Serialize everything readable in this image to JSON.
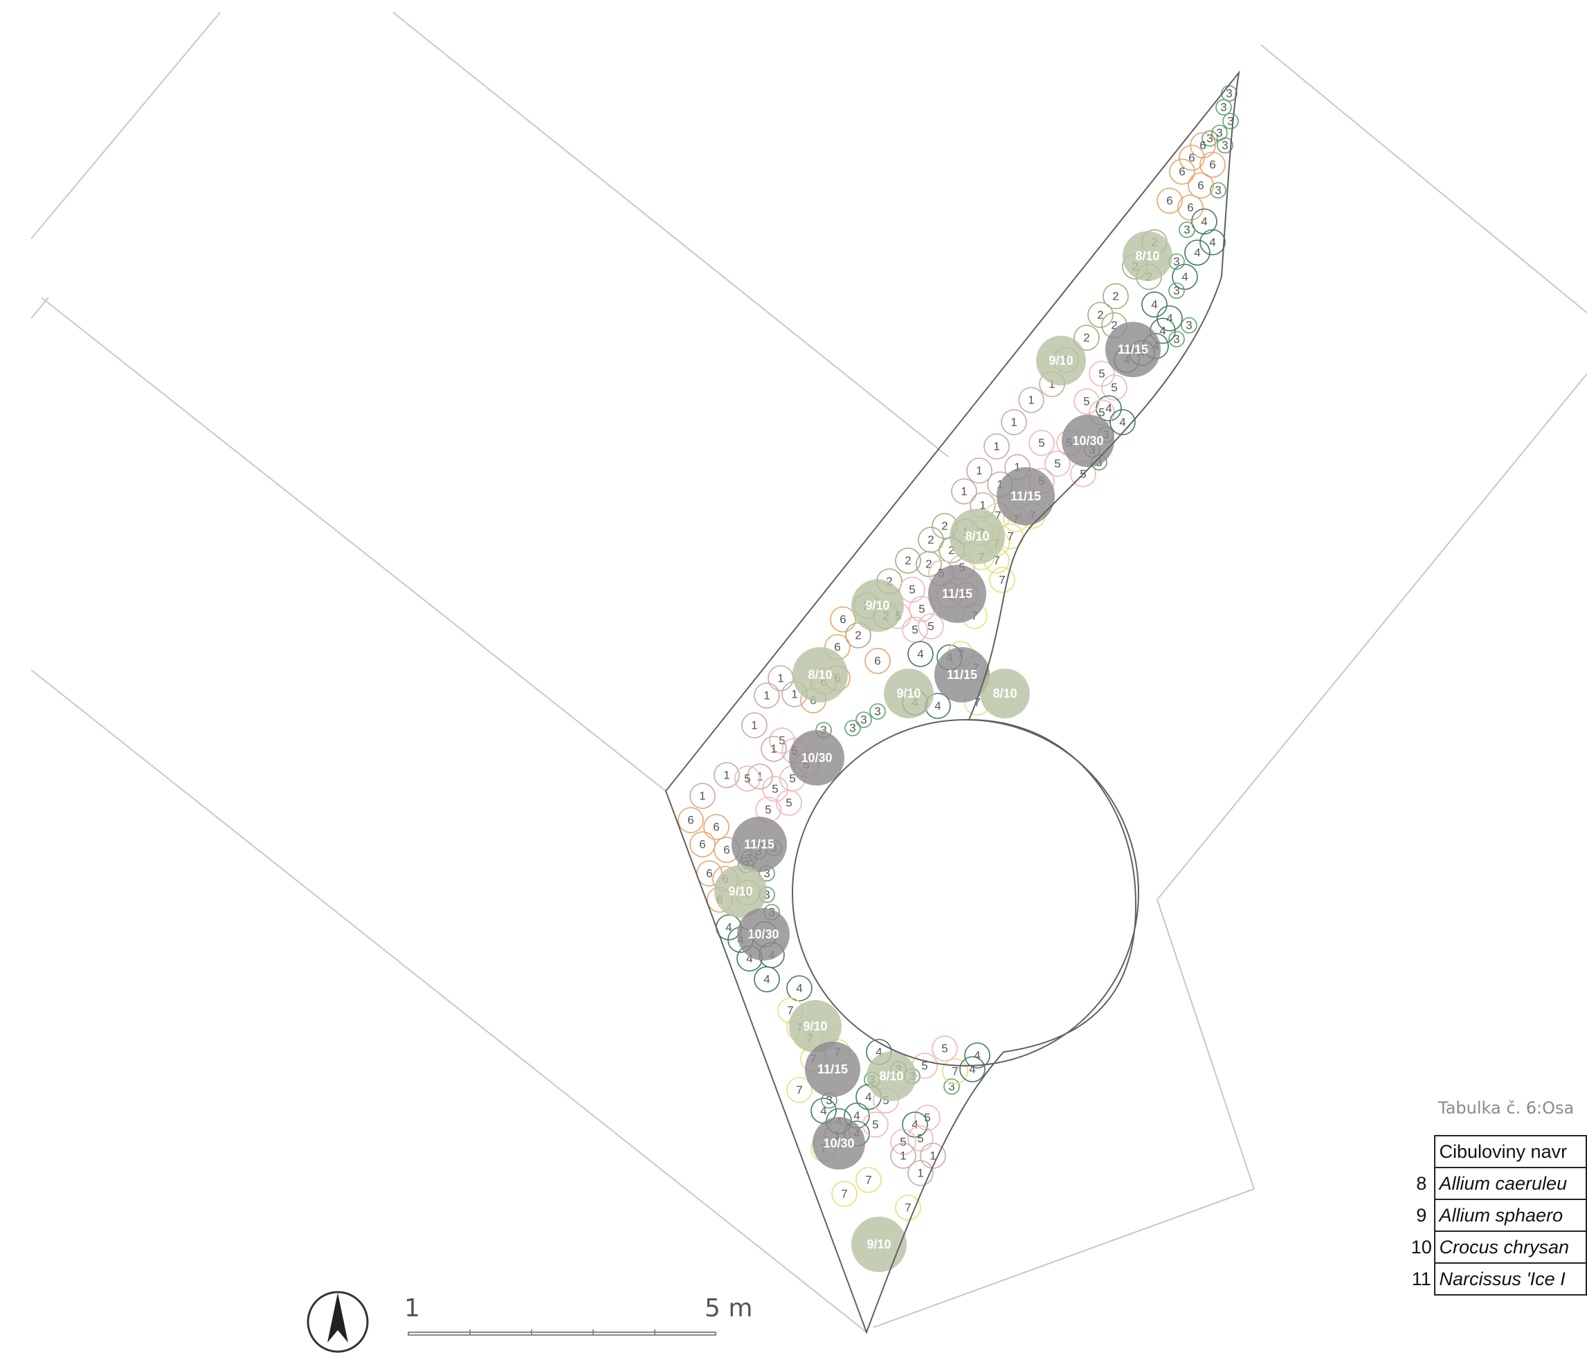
{
  "caption": "Tabulka č. 6:Osa",
  "table": {
    "header": "Cibuloviny navr",
    "rows": [
      {
        "num": "8",
        "name": "Allium caeruleu"
      },
      {
        "num": "9",
        "name": "Allium sphaero"
      },
      {
        "num": "10",
        "name": "Crocus chrysan"
      },
      {
        "num": "11",
        "name": "Narcissus  'Ice I"
      }
    ]
  },
  "scale": {
    "start": "1",
    "end": "5 m"
  },
  "north_arrow": "north-arrow-icon",
  "colors": {
    "1": "#c9a9a0",
    "2": "#9fae80",
    "3": "#5fa36a",
    "4": "#3f7a5e",
    "5": "#f0b6b6",
    "6": "#e8a46a",
    "7": "#e6e07a",
    "clump_green": "#b7c2a2",
    "clump_dark": "#8c8a8c"
  },
  "clumps": [
    {
      "label": "8/10",
      "type": "green"
    },
    {
      "label": "9/10",
      "type": "green"
    },
    {
      "label": "11/15",
      "type": "dark"
    },
    {
      "label": "10/30",
      "type": "dark"
    },
    {
      "label": "11/15",
      "type": "dark"
    },
    {
      "label": "8/10",
      "type": "green"
    },
    {
      "label": "11/15",
      "type": "dark"
    },
    {
      "label": "9/10",
      "type": "green"
    },
    {
      "label": "8/10",
      "type": "green"
    },
    {
      "label": "11/15",
      "type": "dark"
    },
    {
      "label": "9/10",
      "type": "green"
    },
    {
      "label": "8/10",
      "type": "green"
    },
    {
      "label": "10/30",
      "type": "dark"
    },
    {
      "label": "11/15",
      "type": "dark"
    },
    {
      "label": "9/10",
      "type": "green"
    },
    {
      "label": "10/30",
      "type": "dark"
    },
    {
      "label": "9/10",
      "type": "green"
    },
    {
      "label": "11/15",
      "type": "dark"
    },
    {
      "label": "8/10",
      "type": "green"
    },
    {
      "label": "10/30",
      "type": "dark"
    },
    {
      "label": "9/10",
      "type": "green"
    }
  ],
  "plants": [
    {
      "t": "3"
    },
    {
      "t": "3"
    },
    {
      "t": "3"
    },
    {
      "t": "3"
    },
    {
      "t": "3"
    },
    {
      "t": "6"
    },
    {
      "t": "3"
    },
    {
      "t": "6"
    },
    {
      "t": "6"
    },
    {
      "t": "6"
    },
    {
      "t": "6"
    },
    {
      "t": "3"
    },
    {
      "t": "6"
    },
    {
      "t": "6"
    },
    {
      "t": "4"
    },
    {
      "t": "3"
    },
    {
      "t": "4"
    },
    {
      "t": "2"
    },
    {
      "t": "4"
    },
    {
      "t": "3"
    },
    {
      "t": "2"
    },
    {
      "t": "2"
    },
    {
      "t": "4"
    },
    {
      "t": "3"
    },
    {
      "t": "2"
    },
    {
      "t": "4"
    },
    {
      "t": "4"
    },
    {
      "t": "3"
    },
    {
      "t": "2"
    },
    {
      "t": "2"
    },
    {
      "t": "4"
    },
    {
      "t": "4"
    },
    {
      "t": "3"
    },
    {
      "t": "2"
    },
    {
      "t": "4"
    },
    {
      "t": "4"
    },
    {
      "t": "1"
    },
    {
      "t": "5"
    },
    {
      "t": "5"
    },
    {
      "t": "4"
    },
    {
      "t": "1"
    },
    {
      "t": "1"
    },
    {
      "t": "5"
    },
    {
      "t": "5"
    },
    {
      "t": "4"
    },
    {
      "t": "1"
    },
    {
      "t": "5"
    },
    {
      "t": "5"
    },
    {
      "t": "3"
    },
    {
      "t": "1"
    },
    {
      "t": "1"
    },
    {
      "t": "5"
    },
    {
      "t": "3"
    },
    {
      "t": "1"
    },
    {
      "t": "1"
    },
    {
      "t": "5"
    },
    {
      "t": "5"
    },
    {
      "t": "3"
    },
    {
      "t": "1"
    },
    {
      "t": "1"
    },
    {
      "t": "7"
    },
    {
      "t": "7"
    },
    {
      "t": "7"
    },
    {
      "t": "2"
    },
    {
      "t": "1"
    },
    {
      "t": "7"
    },
    {
      "t": "7"
    },
    {
      "t": "7"
    },
    {
      "t": "2"
    },
    {
      "t": "2"
    },
    {
      "t": "7"
    },
    {
      "t": "7"
    },
    {
      "t": "2"
    },
    {
      "t": "2"
    },
    {
      "t": "5"
    },
    {
      "t": "5"
    },
    {
      "t": "7"
    },
    {
      "t": "2"
    },
    {
      "t": "5"
    },
    {
      "t": "5"
    },
    {
      "t": "5"
    },
    {
      "t": "5"
    },
    {
      "t": "2"
    },
    {
      "t": "2"
    },
    {
      "t": "6"
    },
    {
      "t": "5"
    },
    {
      "t": "5"
    },
    {
      "t": "5"
    },
    {
      "t": "7"
    },
    {
      "t": "2"
    },
    {
      "t": "6"
    },
    {
      "t": "6"
    },
    {
      "t": "4"
    },
    {
      "t": "4"
    },
    {
      "t": "7"
    },
    {
      "t": "7"
    },
    {
      "t": "1"
    },
    {
      "t": "1"
    },
    {
      "t": "6"
    },
    {
      "t": "6"
    },
    {
      "t": "3"
    },
    {
      "t": "3"
    },
    {
      "t": "3"
    },
    {
      "t": "4"
    },
    {
      "t": "4"
    },
    {
      "t": "7"
    },
    {
      "t": "1"
    },
    {
      "t": "1"
    },
    {
      "t": "6"
    },
    {
      "t": "5"
    },
    {
      "t": "5"
    },
    {
      "t": "3"
    },
    {
      "t": "1"
    },
    {
      "t": "1"
    },
    {
      "t": "5"
    },
    {
      "t": "5"
    },
    {
      "t": "5"
    },
    {
      "t": "1"
    },
    {
      "t": "1"
    },
    {
      "t": "5"
    },
    {
      "t": "6"
    },
    {
      "t": "6"
    },
    {
      "t": "5"
    },
    {
      "t": "5"
    },
    {
      "t": "6"
    },
    {
      "t": "6"
    },
    {
      "t": "3"
    },
    {
      "t": "3"
    },
    {
      "t": "3"
    },
    {
      "t": "6"
    },
    {
      "t": "6"
    },
    {
      "t": "3"
    },
    {
      "t": "3"
    },
    {
      "t": "6"
    },
    {
      "t": "6"
    },
    {
      "t": "3"
    },
    {
      "t": "3"
    },
    {
      "t": "4"
    },
    {
      "t": "4"
    },
    {
      "t": "4"
    },
    {
      "t": "4"
    },
    {
      "t": "4"
    },
    {
      "t": "4"
    },
    {
      "t": "4"
    },
    {
      "t": "7"
    },
    {
      "t": "7"
    },
    {
      "t": "7"
    },
    {
      "t": "7"
    },
    {
      "t": "7"
    },
    {
      "t": "7"
    },
    {
      "t": "4"
    },
    {
      "t": "4"
    },
    {
      "t": "4"
    },
    {
      "t": "4"
    },
    {
      "t": "3"
    },
    {
      "t": "3"
    },
    {
      "t": "3"
    },
    {
      "t": "3"
    },
    {
      "t": "3"
    },
    {
      "t": "7"
    },
    {
      "t": "4"
    },
    {
      "t": "4"
    },
    {
      "t": "5"
    },
    {
      "t": "5"
    },
    {
      "t": "4"
    },
    {
      "t": "4"
    },
    {
      "t": "5"
    },
    {
      "t": "5"
    },
    {
      "t": "5"
    },
    {
      "t": "4"
    },
    {
      "t": "5"
    },
    {
      "t": "5"
    },
    {
      "t": "1"
    },
    {
      "t": "1"
    },
    {
      "t": "1"
    },
    {
      "t": "1"
    },
    {
      "t": "7"
    },
    {
      "t": "7"
    },
    {
      "t": "7"
    },
    {
      "t": "7"
    }
  ]
}
